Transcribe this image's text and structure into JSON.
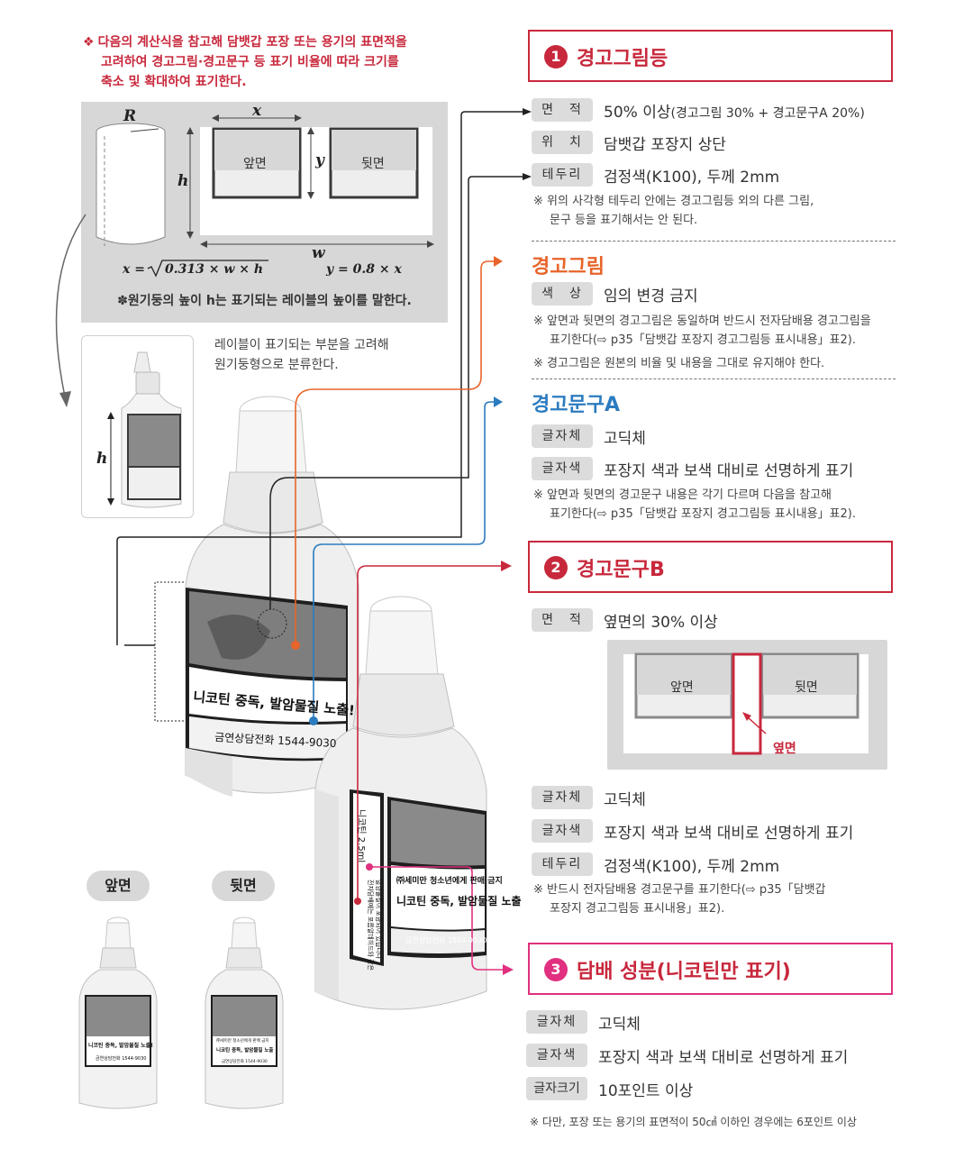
{
  "intro": {
    "mark": "❖",
    "line1": "다음의 계산식을 참고해 담뱃갑 포장 또는 용기의 표면적을",
    "line2": "고려하여 경고그림·경고문구 등 표기 비율에 따라 크기를",
    "line3": "축소 및 확대하여 표기한다."
  },
  "formula": {
    "front_label": "앞면",
    "back_label": "뒷면",
    "var_R": "R",
    "var_h": "h",
    "var_x": "x",
    "var_y": "y",
    "var_w": "w",
    "formula_x_left": "x = ",
    "formula_x_right": "0.313 × w × h",
    "formula_y": "y = 0.8 × x",
    "note": "✽원기둥의 높이 h는 표기되는 레이블의 높이를 말한다."
  },
  "mini": {
    "var_h": "h",
    "caption_line1": "레이블이 표기되는 부분을 고려해",
    "caption_line2": "원기둥형으로 분류한다."
  },
  "sec1": {
    "num": "1",
    "title": "경고그림등",
    "rows": [
      {
        "tag": "면　적",
        "value": "50% 이상",
        "sub": "(경고그림 30% + 경고문구A 20%)"
      },
      {
        "tag": "위　치",
        "value": "담뱃갑 포장지 상단"
      },
      {
        "tag": "테두리",
        "value": "검정색(K100), 두께 2mm"
      }
    ],
    "note_line1": "※ 위의 사각형 테두리 안에는 경고그림등 외의 다른 그림,",
    "note_line2": "문구 등을 표기해서는 안 된다."
  },
  "warn_image": {
    "title": "경고그림",
    "tag": "색　상",
    "value": "임의 변경 금지",
    "note1_line1": "※ 앞면과 뒷면의 경고그림은 동일하며 반드시 전자담배용 경고그림을",
    "note1_line2": "표기한다(⇨ p35「담뱃갑 포장지 경고그림등 표시내용」표2).",
    "note2": "※ 경고그림은 원본의 비율 및 내용을 그대로 유지해야 한다."
  },
  "warn_text_a": {
    "title": "경고문구A",
    "rows": [
      {
        "tag": "글자체",
        "value": "고딕체"
      },
      {
        "tag": "글자색",
        "value": "포장지 색과 보색 대비로 선명하게 표기"
      }
    ],
    "note_line1": "※ 앞면과 뒷면의 경고문구 내용은 각기 다르며 다음을 참고해",
    "note_line2": "표기한다(⇨ p35「담뱃갑 포장지 경고그림등 표시내용」표2)."
  },
  "sec2": {
    "num": "2",
    "title": "경고문구B",
    "area_tag": "면　적",
    "area_value": "옆면의 30% 이상",
    "diagram": {
      "front": "앞면",
      "back": "뒷면",
      "side": "옆면"
    },
    "rows": [
      {
        "tag": "글자체",
        "value": "고딕체"
      },
      {
        "tag": "글자색",
        "value": "포장지 색과 보색 대비로 선명하게 표기"
      },
      {
        "tag": "테두리",
        "value": "검정색(K100), 두께 2mm"
      }
    ],
    "note_line1": "※ 반드시 전자담배용 경고문구를 표기한다(⇨ p35「담뱃갑",
    "note_line2": "포장지 경고그림등 표시내용」표2)."
  },
  "sec3": {
    "num": "3",
    "title": "담배 성분(니코틴만 표기)",
    "rows": [
      {
        "tag": "글자체",
        "value": "고딕체"
      },
      {
        "tag": "글자색",
        "value": "포장지 색과 보색 대비로 선명하게 표기"
      },
      {
        "tag": "글자크기",
        "value": "10포인트 이상"
      }
    ],
    "note": "※ 다만, 포장 또는 용기의 표면적이 50㎠ 이하인 경우에는 6포인트 이상"
  },
  "bottle": {
    "warn_line1": "니코틴 중독, 발암물질 노출!",
    "warn_line2": "금연상담전화 1544-9030",
    "side_text1": "니코틴 2.5ml",
    "side_text2": "전자담배에는 포름알데히드와 같은",
    "side_text3": "발암물질이 포함되어 있습니다",
    "back_line1": "㈜세미만 청소년에게 판매 금지",
    "back_line2": "니코틴 중독, 발암물질 노출",
    "back_line3": "금연상담전화 1544-9030"
  },
  "bottom": {
    "front": "앞면",
    "back": "뒷면"
  },
  "colors": {
    "accent_red": "#c8283c",
    "accent_orange": "#e8642a",
    "accent_blue": "#2b7bbf",
    "accent_pink": "#e0307f",
    "tag_grey": "#dcdcdc"
  }
}
